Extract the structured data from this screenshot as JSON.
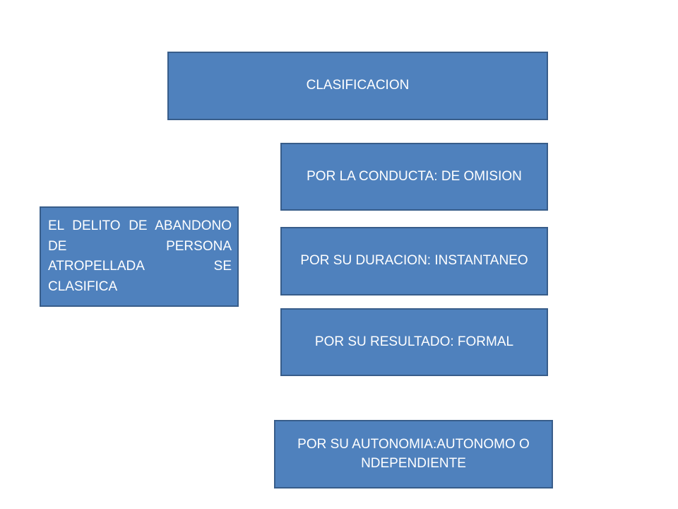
{
  "diagram": {
    "title": "CLASIFICACION",
    "subject": "EL DELITO DE ABANDONO DE PERSONA ATROPELLADA SE CLASIFICA",
    "categories": [
      {
        "label": "POR LA CONDUCTA: DE OMISION"
      },
      {
        "label": "POR SU DURACION: INSTANTANEO"
      },
      {
        "label": "POR SU RESULTADO: FORMAL"
      },
      {
        "label": "POR SU AUTONOMIA:AUTONOMO O NDEPENDIENTE"
      }
    ]
  },
  "colors": {
    "box_fill": "#4f81bd",
    "box_border": "#385d8a",
    "text": "#ffffff",
    "background": "#ffffff"
  }
}
